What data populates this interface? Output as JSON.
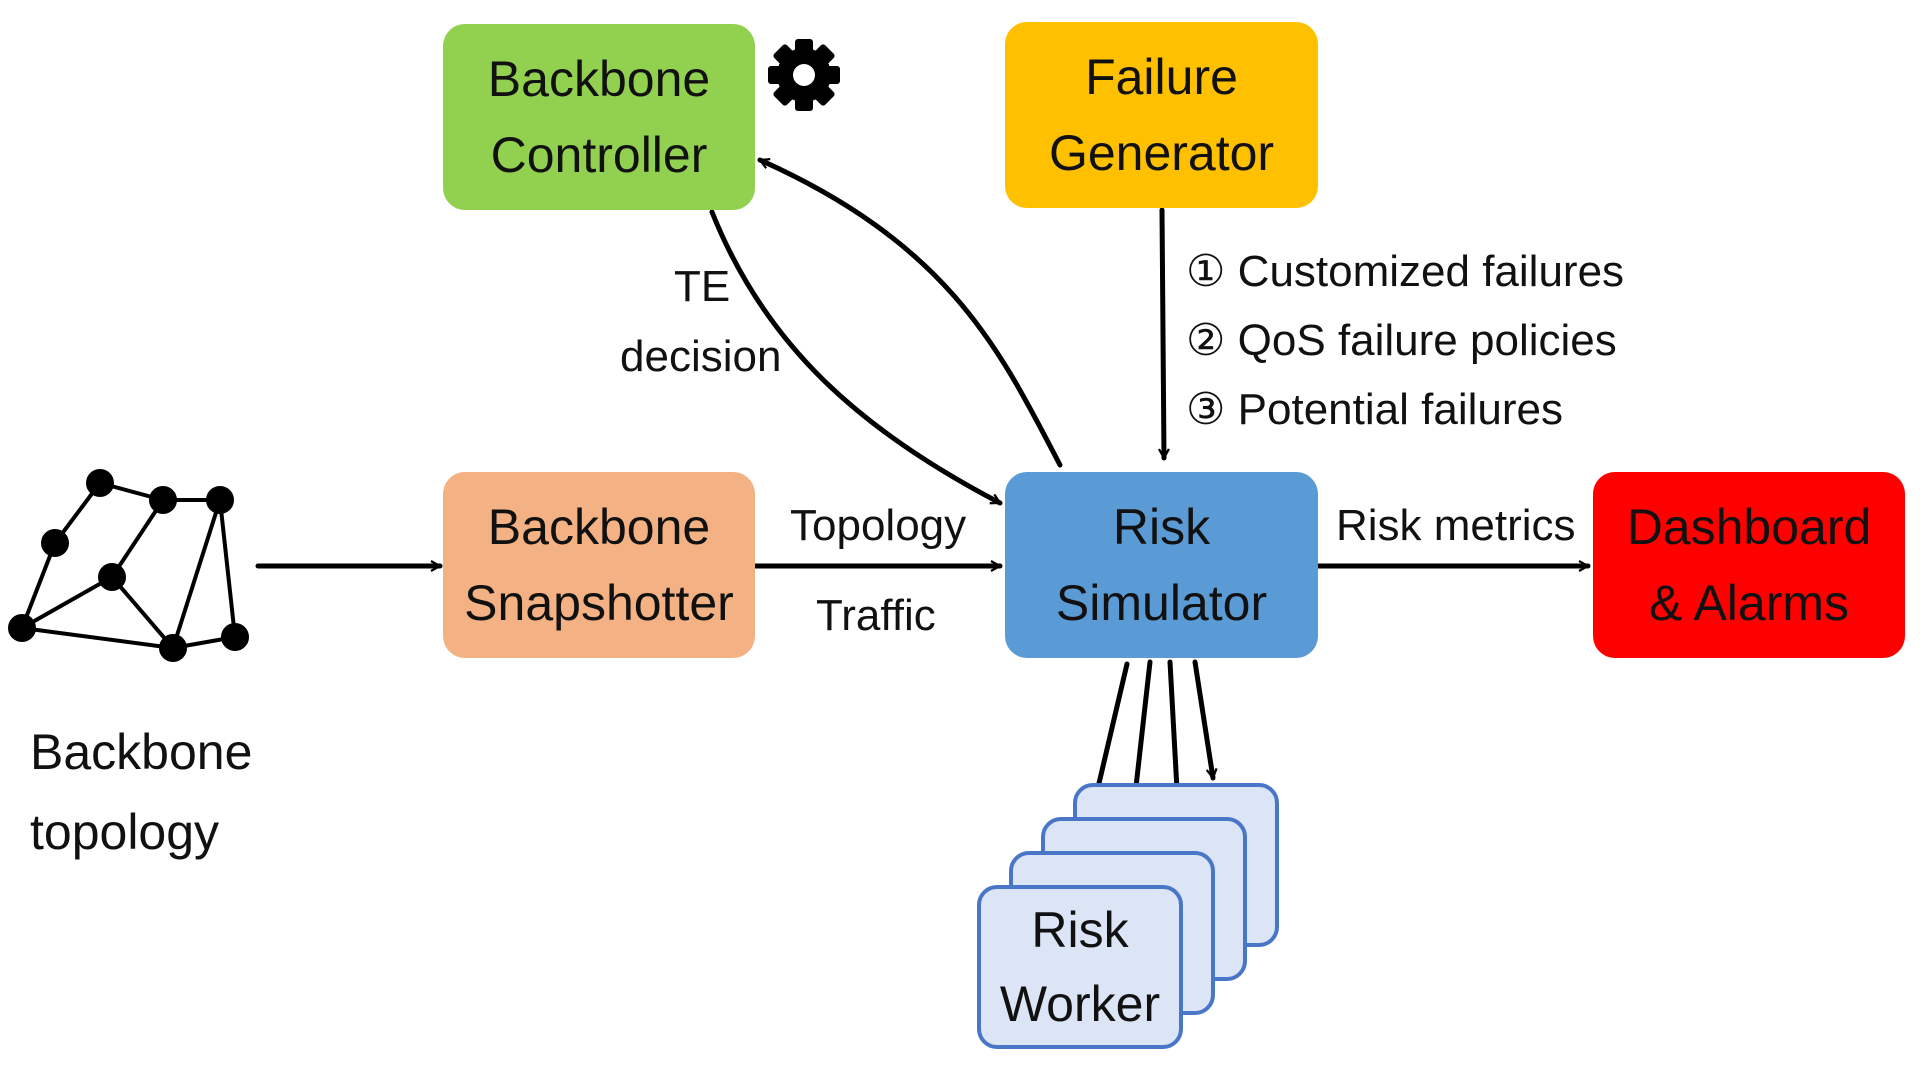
{
  "colors": {
    "controller": "#92d050",
    "failure_generator": "#ffc000",
    "snapshotter": "#f4b183",
    "risk_simulator": "#5b9bd5",
    "dashboard": "#ff0000",
    "worker_fill": "#dce5f6",
    "worker_border": "#4a76c8",
    "arrow": "#000000"
  },
  "icons": {
    "controller_gear": "gear-icon",
    "topology_graph": "network-graph-icon"
  },
  "nodes": {
    "controller": {
      "line1": "Backbone",
      "line2": "Controller"
    },
    "failure_generator": {
      "line1": "Failure",
      "line2": "Generator"
    },
    "snapshotter": {
      "line1": "Backbone",
      "line2": "Snapshotter"
    },
    "risk_simulator": {
      "line1": "Risk",
      "line2": "Simulator"
    },
    "dashboard": {
      "line1": "Dashboard",
      "line2": "& Alarms"
    },
    "risk_worker": {
      "line1": "Risk",
      "line2": "Worker"
    }
  },
  "topology_caption": {
    "line1": "Backbone",
    "line2": "topology"
  },
  "edge_labels": {
    "te_decision": {
      "line1": "TE",
      "line2": "decision"
    },
    "topology": "Topology",
    "traffic": "Traffic",
    "risk_metrics": "Risk metrics",
    "failure_inputs": [
      "① Customized failures",
      "② QoS failure policies",
      "③ Potential failures"
    ]
  }
}
